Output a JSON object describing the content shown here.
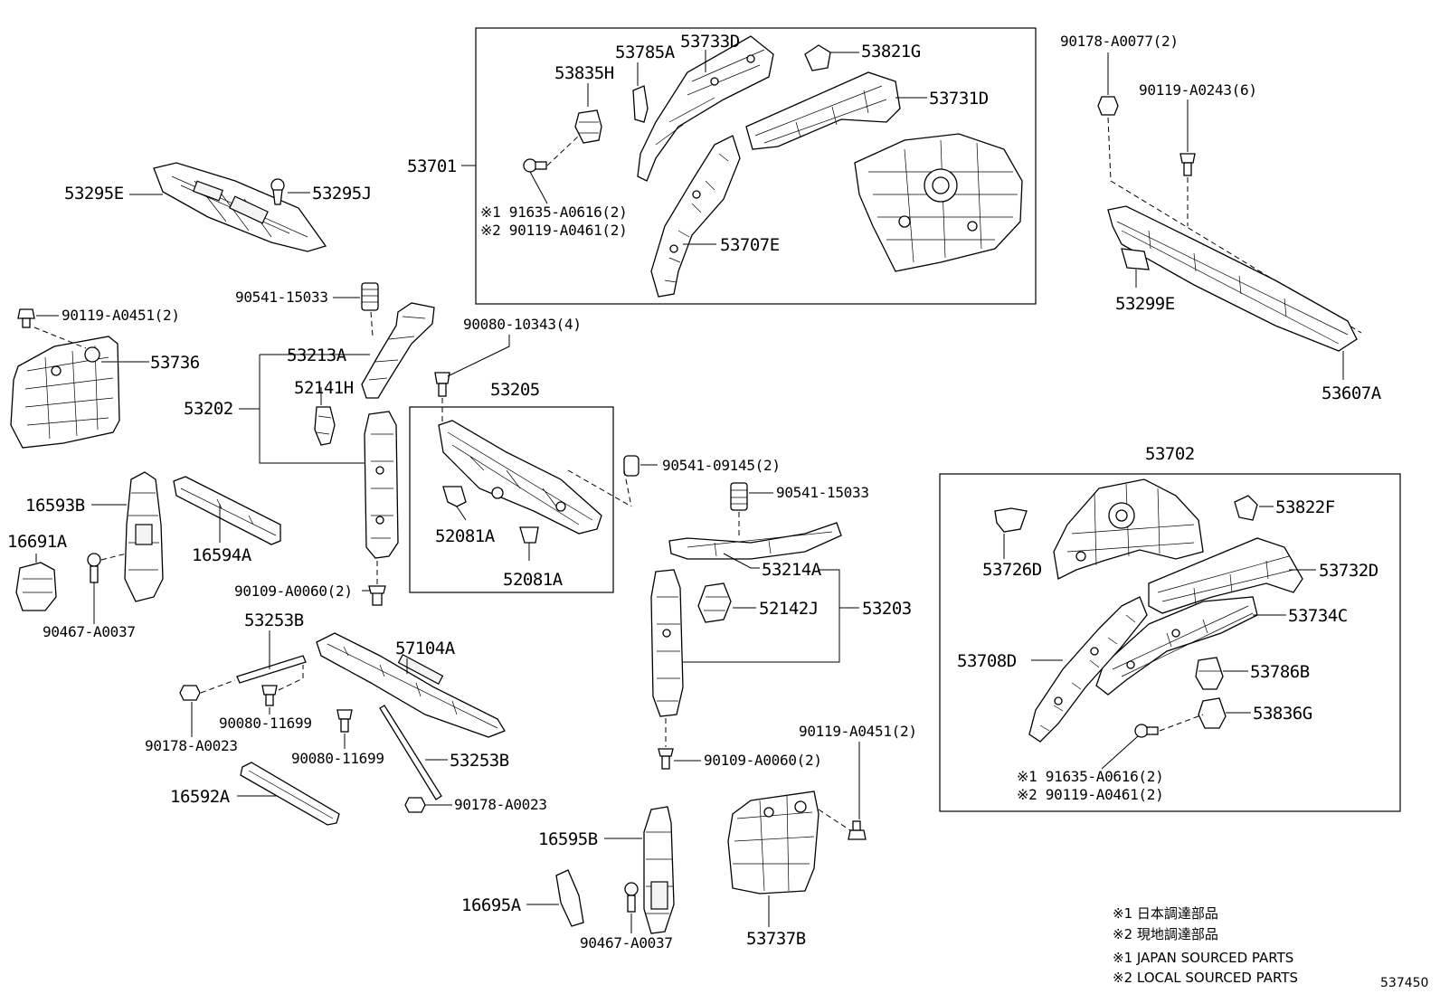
{
  "labels": {
    "p53295E": "53295E",
    "p53295J": "53295J",
    "p90119_A0451_top": "90119-A0451(2)",
    "p53736": "53736",
    "p90541_15033_top": "90541-15033",
    "p53213A": "53213A",
    "p52141H": "52141H",
    "p53202": "53202",
    "p90080_10343": "90080-10343(4)",
    "p53205": "53205",
    "p90541_09145": "90541-09145(2)",
    "p52081A_1": "52081A",
    "p52081A_2": "52081A",
    "p16593B": "16593B",
    "p16691A": "16691A",
    "p16594A": "16594A",
    "p90467_A0037_left": "90467-A0037",
    "p90109_A0060_left": "90109-A0060(2)",
    "p53701": "53701",
    "p53835H": "53835H",
    "p53785A": "53785A",
    "p53733D": "53733D",
    "p53821G": "53821G",
    "p53731D": "53731D",
    "p53707E": "53707E",
    "p91635_A0616_top": "※1 91635-A0616(2)",
    "p90119_A0461_top": "※2 90119-A0461(2)",
    "p90178_A0077": "90178-A0077(2)",
    "p90119_A0243": "90119-A0243(6)",
    "p53299E": "53299E",
    "p53607A": "53607A",
    "p90541_15033_mid": "90541-15033",
    "p53214A": "53214A",
    "p52142J": "52142J",
    "p53203": "53203",
    "p90109_A0060_mid": "90109-A0060(2)",
    "p53253B_top": "53253B",
    "p57104A": "57104A",
    "p90178_A0023_left": "90178-A0023",
    "p90080_11699_a": "90080-11699",
    "p90080_11699_b": "90080-11699",
    "p53253B_bot": "53253B",
    "p16592A": "16592A",
    "p90178_A0023_bot": "90178-A0023",
    "p16595B": "16595B",
    "p16695A": "16695A",
    "p90467_A0037_bot": "90467-A0037",
    "p90119_A0451_bot": "90119-A0451(2)",
    "p53737B": "53737B",
    "p53702": "53702",
    "p53726D": "53726D",
    "p53822F": "53822F",
    "p53732D": "53732D",
    "p53734C": "53734C",
    "p53708D": "53708D",
    "p53786B": "53786B",
    "p53836G": "53836G",
    "p91635_A0616_right": "※1 91635-A0616(2)",
    "p90119_A0461_right": "※2 90119-A0461(2)"
  },
  "notes": {
    "n1_jp": "※1  日本調達部品",
    "n2_jp": "※2  現地調達部品",
    "n1_en": "※1  JAPAN SOURCED PARTS",
    "n2_en": "※2  LOCAL SOURCED PARTS",
    "diagram_id": "537450"
  }
}
